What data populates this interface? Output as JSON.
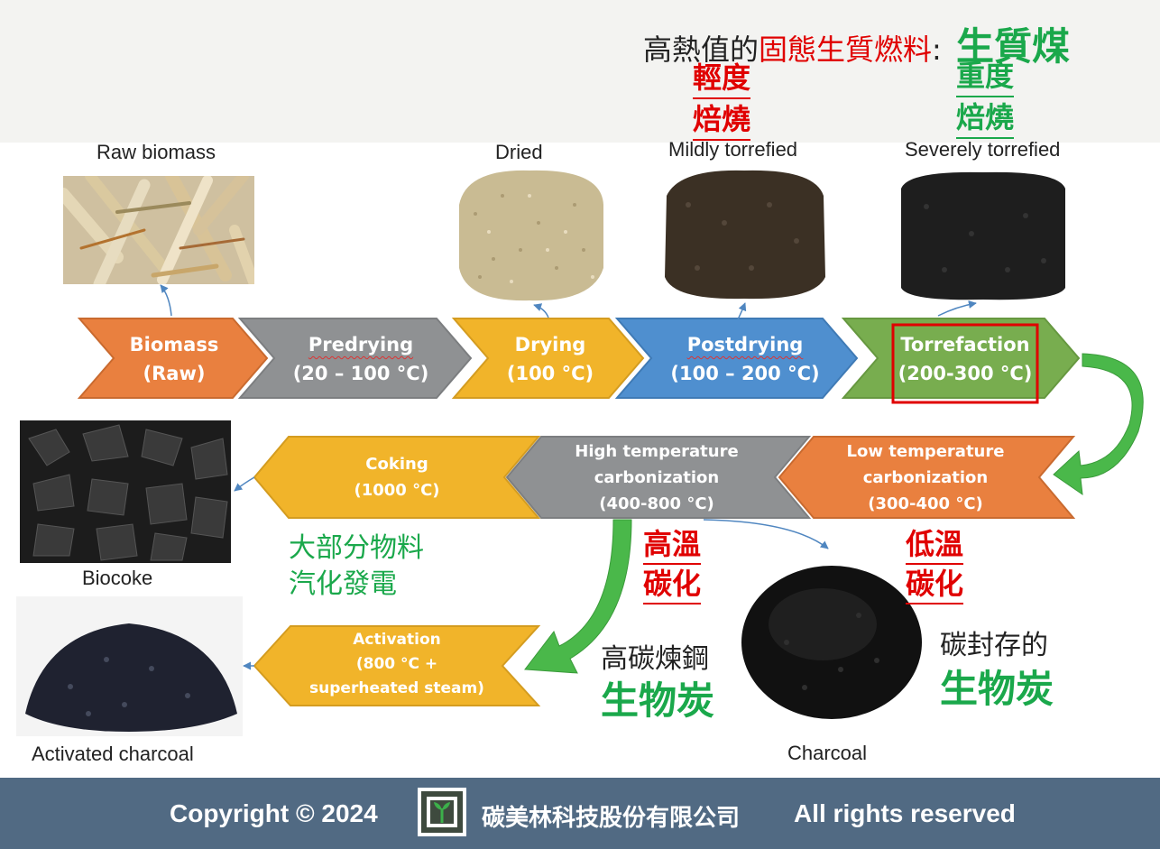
{
  "header": {
    "line_prefix": "高熱值的",
    "line_red": "固態生質燃料",
    "line_colon": ":",
    "line_green": "生質煤",
    "light_roast_1": "輕度",
    "light_roast_2": "焙燒",
    "heavy_roast_1": "重度",
    "heavy_roast_2": "焙燒"
  },
  "photo_labels": {
    "raw": "Raw biomass",
    "dried": "Dried",
    "mild": "Mildly torrefied",
    "severe": "Severely torrefied",
    "biocoke": "Biocoke",
    "activated": "Activated charcoal",
    "charcoal": "Charcoal"
  },
  "stages": {
    "biomass_1": "Biomass",
    "biomass_2": "(Raw)",
    "predrying_1": "Predrying",
    "predrying_2": "(20 – 100 °C)",
    "drying_1": "Drying",
    "drying_2": "(100 °C)",
    "postdrying_1": "Postdrying",
    "postdrying_2": "(100 – 200 °C)",
    "torrefaction_1": "Torrefaction",
    "torrefaction_2": "(200-300 °C)",
    "lowtemp_1": "Low temperature",
    "lowtemp_2": "carbonization",
    "lowtemp_3": "(300-400 °C)",
    "hightemp_1": "High temperature",
    "hightemp_2": "carbonization",
    "hightemp_3": "(400-800 °C)",
    "coking_1": "Coking",
    "coking_2": "(1000 °C)",
    "activation_1": "Activation",
    "activation_2": "(800 °C +",
    "activation_3": "superheated steam)"
  },
  "notes": {
    "gasify_1": "大部分物料",
    "gasify_2": "汽化發電",
    "high_carb_1": "高溫",
    "high_carb_2": "碳化",
    "low_carb_1": "低溫",
    "low_carb_2": "碳化",
    "steel_1": "高碳煉鋼",
    "steel_2": "生物炭",
    "storage_1": "碳封存的",
    "storage_2": "生物炭"
  },
  "footer": {
    "copyright": "Copyright © 2024",
    "company": "碳美林科技股份有限公司",
    "rights": "All rights reserved"
  },
  "colors": {
    "orange": "#e9803f",
    "gray": "#8f9193",
    "yellow": "#f1b42a",
    "blue": "#4f8fcf",
    "green": "#78ad4f",
    "accent_red": "#e00000",
    "accent_green": "#1aa84b",
    "footer": "#516a83"
  }
}
